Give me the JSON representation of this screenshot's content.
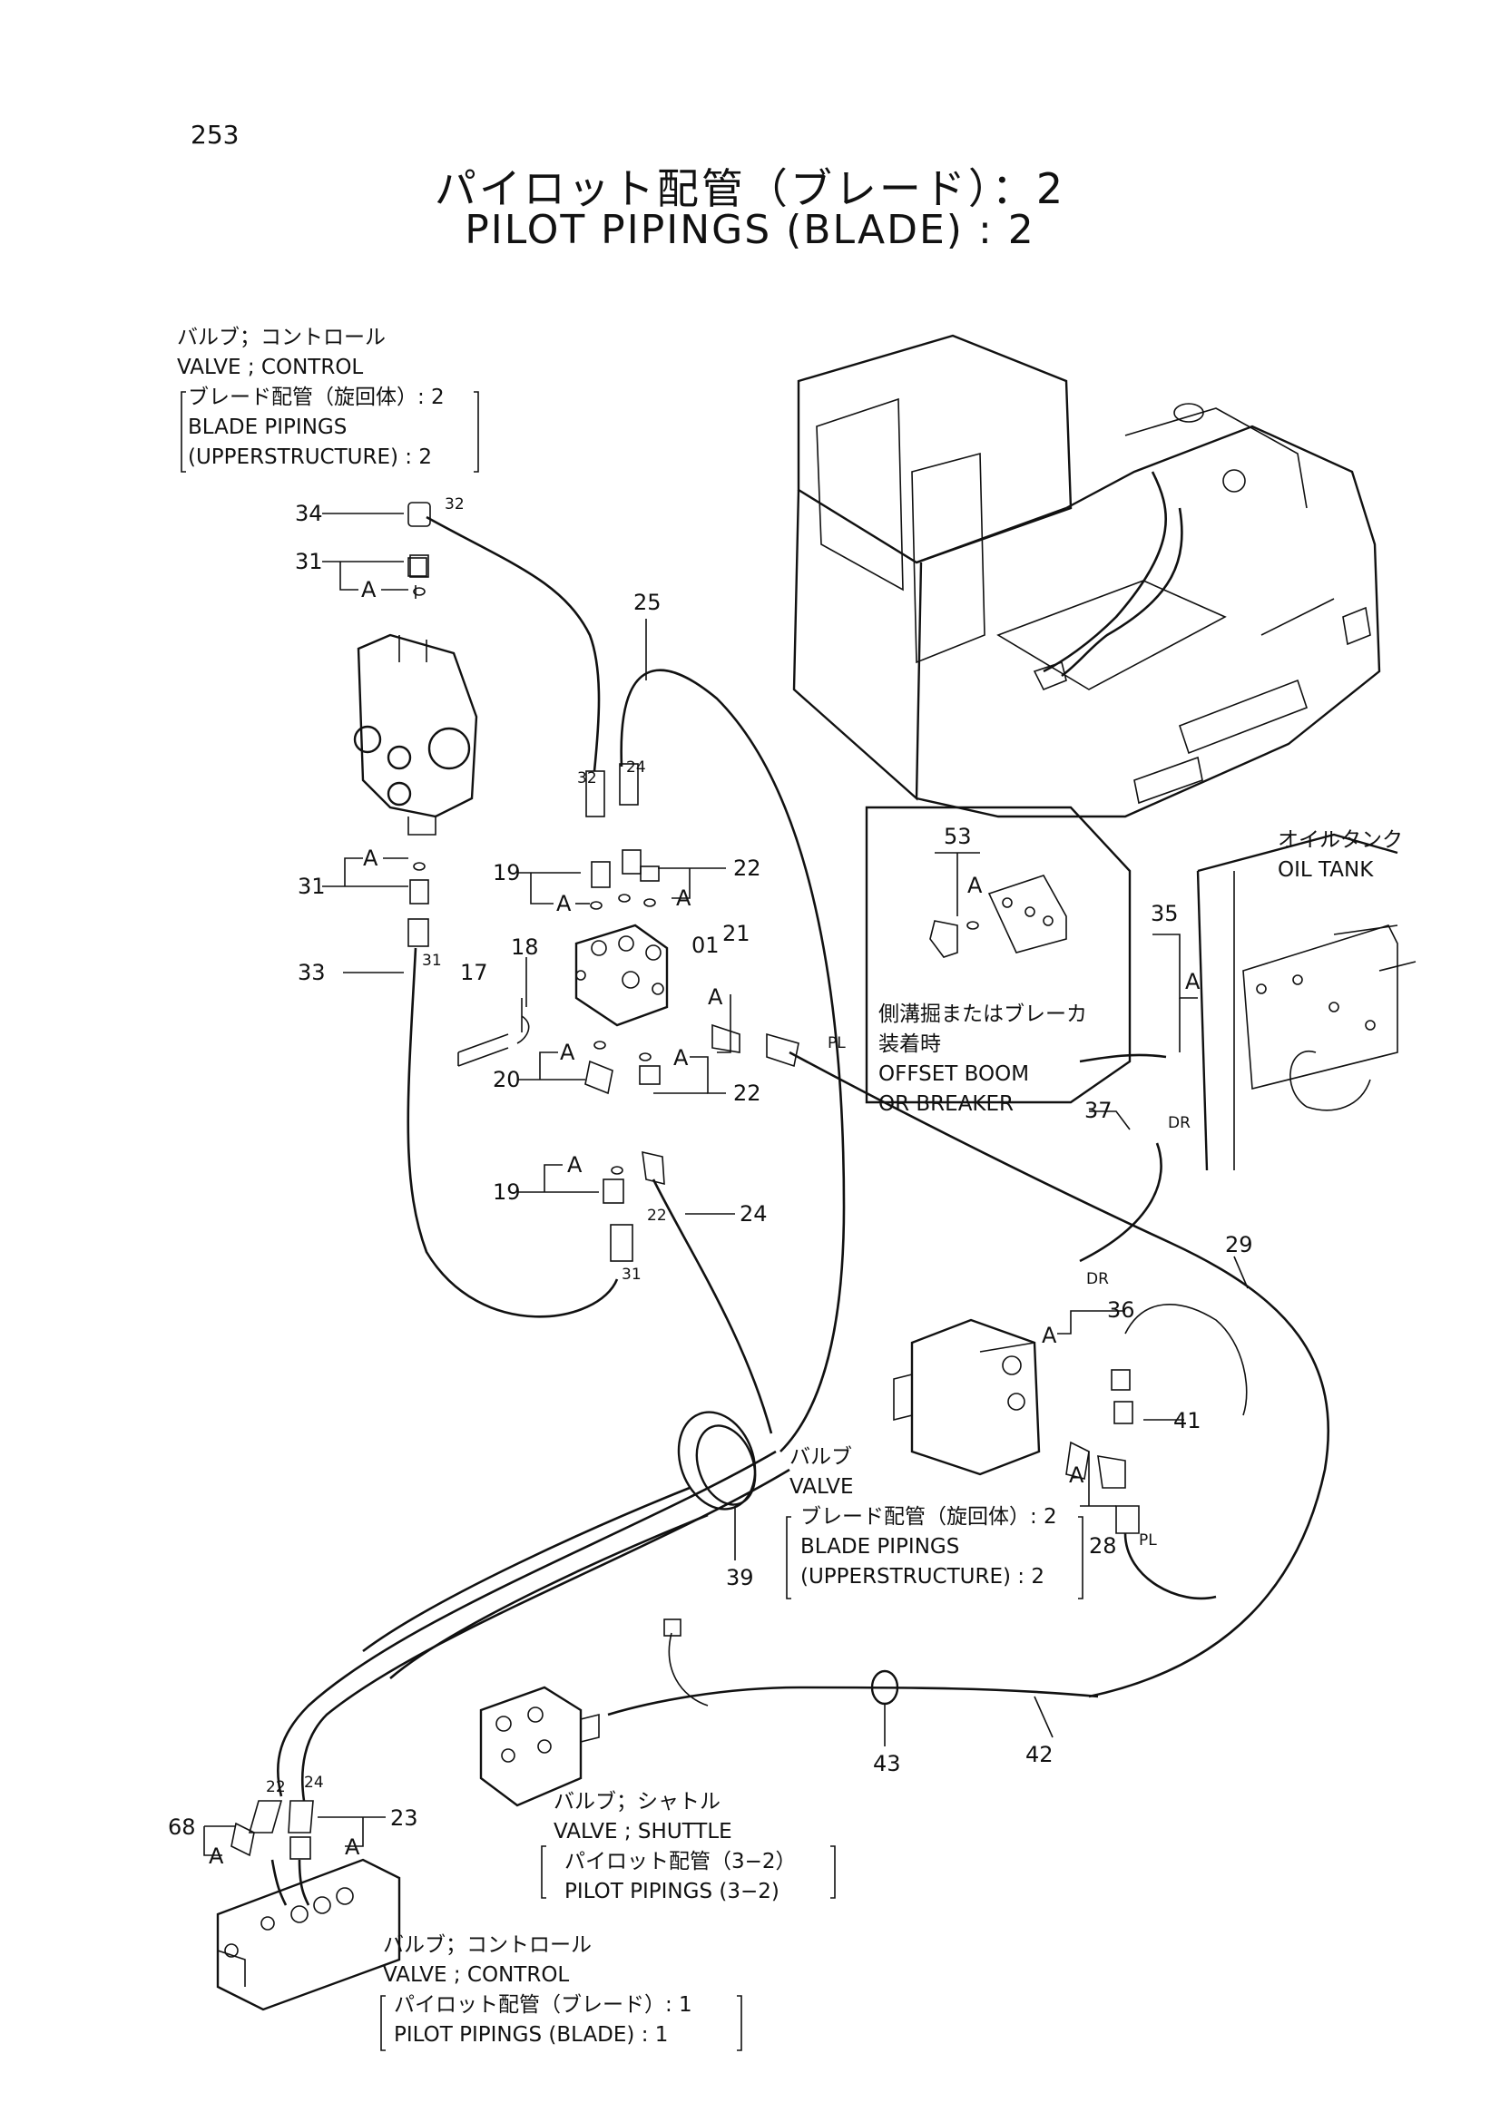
{
  "page_number": "253",
  "title_jp": "パイロット配管（ブレード）：2",
  "title_en": "PILOT PIPINGS (BLADE) : 2",
  "labels": {
    "valve_control_top": [
      "バルブ；コントロール",
      "VALVE ; CONTROL",
      "ブレード配管（旋回体）: 2",
      "BLADE  PIPINGS",
      "(UPPERSTRUCTURE) : 2"
    ],
    "oil_tank": [
      "オイルタンク",
      "OIL  TANK"
    ],
    "offset_boom": [
      "側溝掘またはブレーカ",
      "装着時",
      "OFFSET BOOM",
      "OR BREAKER"
    ],
    "valve_mid": [
      "バルブ",
      "VALVE",
      "ブレード配管（旋回体）: 2",
      "BLADE  PIPINGS",
      "(UPPERSTRUCTURE) : 2"
    ],
    "valve_shuttle": [
      "バルブ；シャトル",
      "VALVE ; SHUTTLE",
      "パイロット配管（3−2）",
      "PILOT  PIPINGS (3−2)"
    ],
    "valve_control_bottom": [
      "バルブ；コントロール",
      "VALVE ; CONTROL",
      "パイロット配管（ブレード）: 1",
      "PILOT  PIPINGS (BLADE) : 1"
    ]
  },
  "callouts": {
    "n34": "34",
    "n31a": "31",
    "n31b": "31",
    "n33": "33",
    "n17": "17",
    "n18": "18",
    "n19a": "19",
    "n19b": "19",
    "n20": "20",
    "n25": "25",
    "n22a": "22",
    "n22b": "22",
    "n01": "01",
    "n21": "21",
    "n24": "24",
    "n53": "53",
    "n35": "35",
    "n37": "37",
    "n29": "29",
    "n36": "36",
    "n41": "41",
    "n28": "28",
    "n39": "39",
    "n43": "43",
    "n42": "42",
    "n23": "23",
    "n68": "68"
  },
  "tags": {
    "a": "A",
    "t32": "32",
    "t24": "24",
    "t31": "31",
    "t22": "22",
    "pl": "PL",
    "dr": "DR"
  }
}
